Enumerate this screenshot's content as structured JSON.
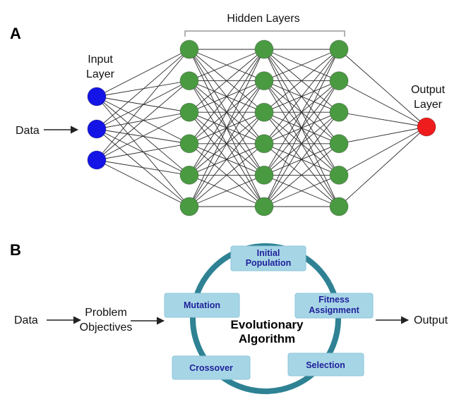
{
  "panel_a": {
    "label": "A",
    "hidden_layers_label": "Hidden Layers",
    "input_layer_label_1": "Input",
    "input_layer_label_2": "Layer",
    "output_layer_label_1": "Output",
    "output_layer_label_2": "Layer",
    "data_label": "Data",
    "input_nodes": 3,
    "hidden_layers": 3,
    "hidden_nodes_per_layer": 6,
    "output_nodes": 1,
    "colors": {
      "input": "#1414e6",
      "hidden": "#4a9a42",
      "output": "#ee1c1c",
      "edge": "#2b2b2b"
    }
  },
  "panel_b": {
    "label": "B",
    "data_label": "Data",
    "problem_line_1": "Problem",
    "problem_line_2": "Objectives",
    "output_label": "Output",
    "center_line_1": "Evolutionary",
    "center_line_2": "Algorithm",
    "steps": {
      "initial_population": [
        "Initial",
        "Population"
      ],
      "fitness_assignment": [
        "Fitness",
        "Assignment"
      ],
      "selection": [
        "Selection"
      ],
      "crossover": [
        "Crossover"
      ],
      "mutation": [
        "Mutation"
      ]
    },
    "colors": {
      "ring": "#2e8294",
      "box_fill": "#a6d6e6",
      "box_text": "#1f1f9a"
    }
  }
}
